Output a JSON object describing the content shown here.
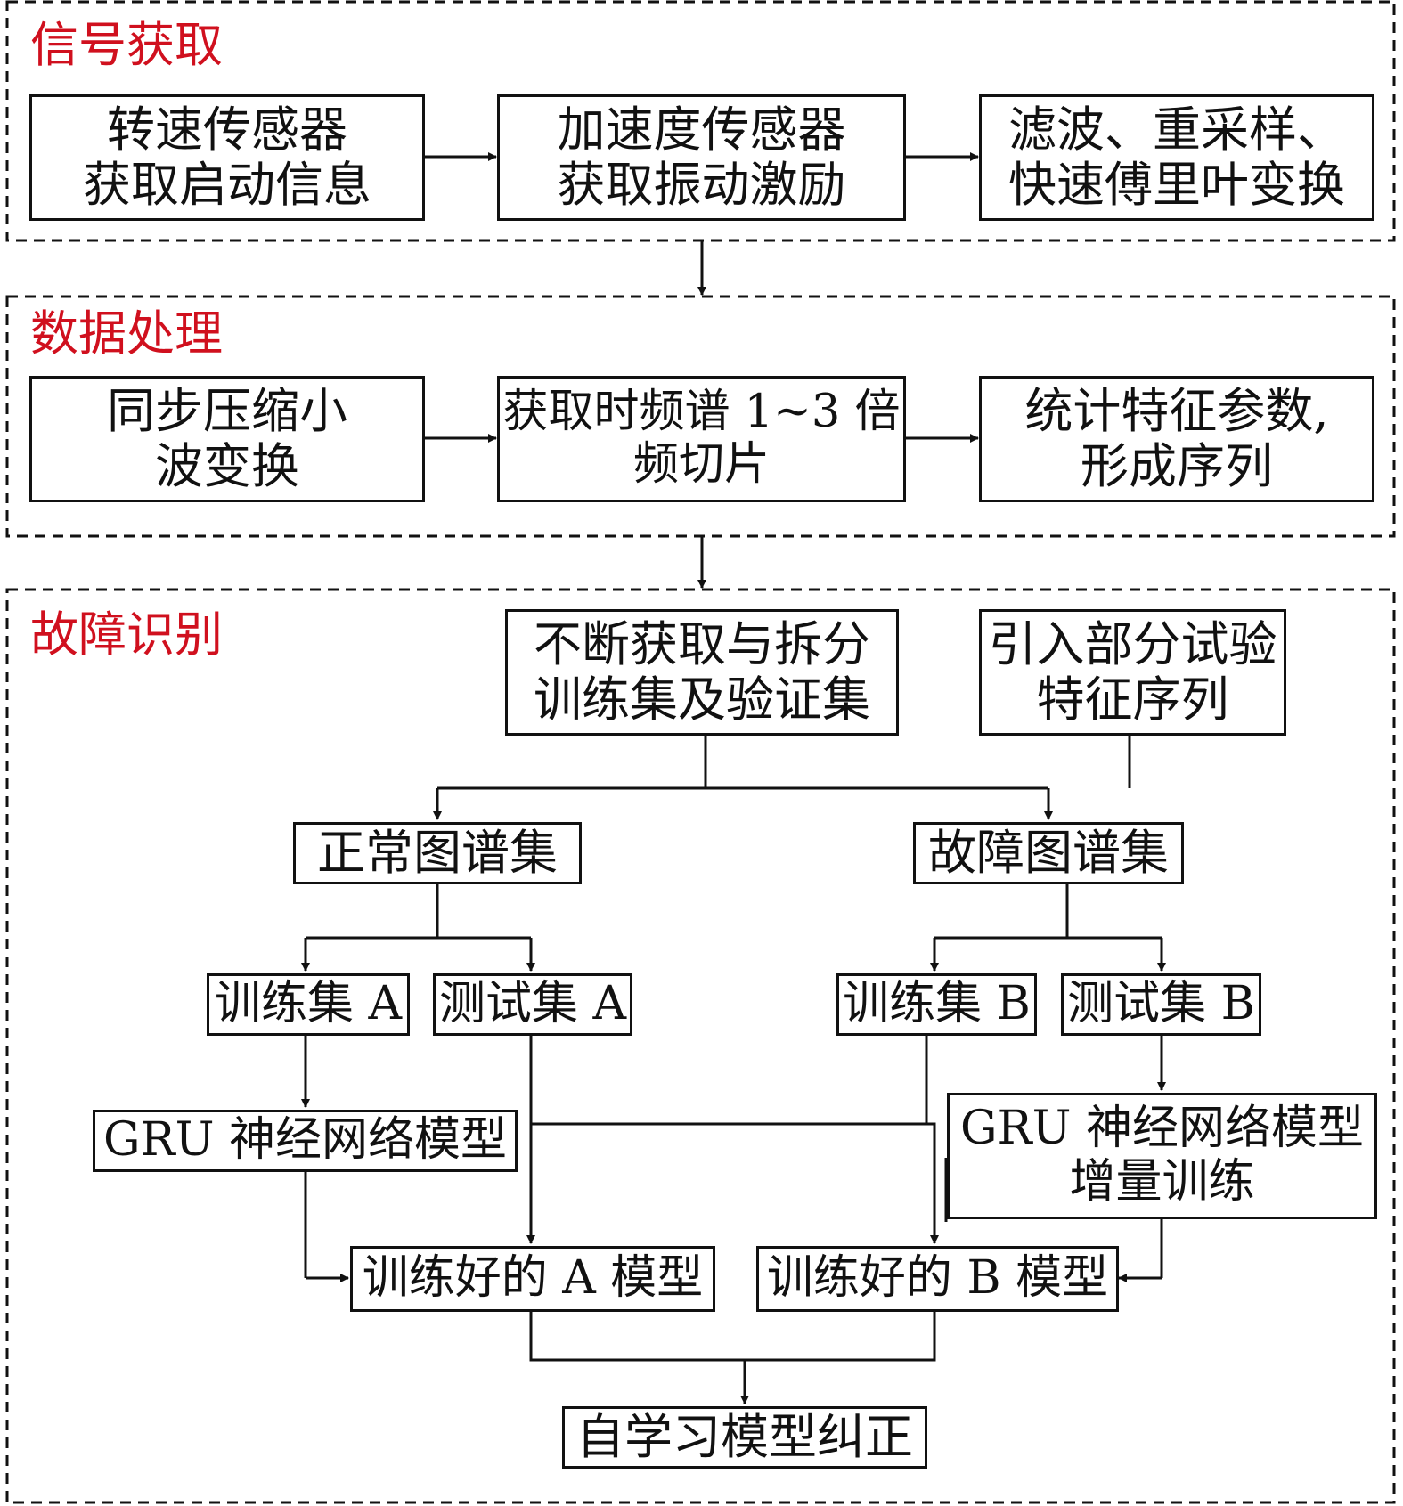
{
  "sections": {
    "signal": {
      "label": "信号获取"
    },
    "processing": {
      "label": "数据处理"
    },
    "fault": {
      "label": "故障识别"
    }
  },
  "boxes": {
    "speed_sensor": [
      "转速传感器",
      "获取启动信息"
    ],
    "accel_sensor": [
      "加速度传感器",
      "获取振动激励"
    ],
    "filter_fft": [
      "滤波、重采样、",
      "快速傅里叶变换"
    ],
    "sst": [
      "同步压缩小",
      "波变换"
    ],
    "tf_slice": [
      "获取时频谱 1~3 倍",
      "频切片"
    ],
    "stat_features": [
      "统计特征参数,",
      "形成序列"
    ],
    "split_sets": [
      "不断获取与拆分",
      "训练集及验证集"
    ],
    "test_features": [
      "引入部分试验",
      "特征序列"
    ],
    "normal_set": [
      "正常图谱集"
    ],
    "fault_set": [
      "故障图谱集"
    ],
    "train_a": [
      "训练集 A"
    ],
    "test_a": [
      "测试集 A"
    ],
    "train_b": [
      "训练集 B"
    ],
    "test_b": [
      "测试集 B"
    ],
    "gru_model": [
      "GRU 神经网络模型"
    ],
    "gru_incremental": [
      "GRU 神经网络模型",
      "增量训练"
    ],
    "model_a": [
      "训练好的 A 模型"
    ],
    "model_b": [
      "训练好的 B 模型"
    ],
    "self_correct": [
      "自学习模型纠正"
    ]
  },
  "colors": {
    "section_label": "#d0101e",
    "line": "#111111"
  }
}
